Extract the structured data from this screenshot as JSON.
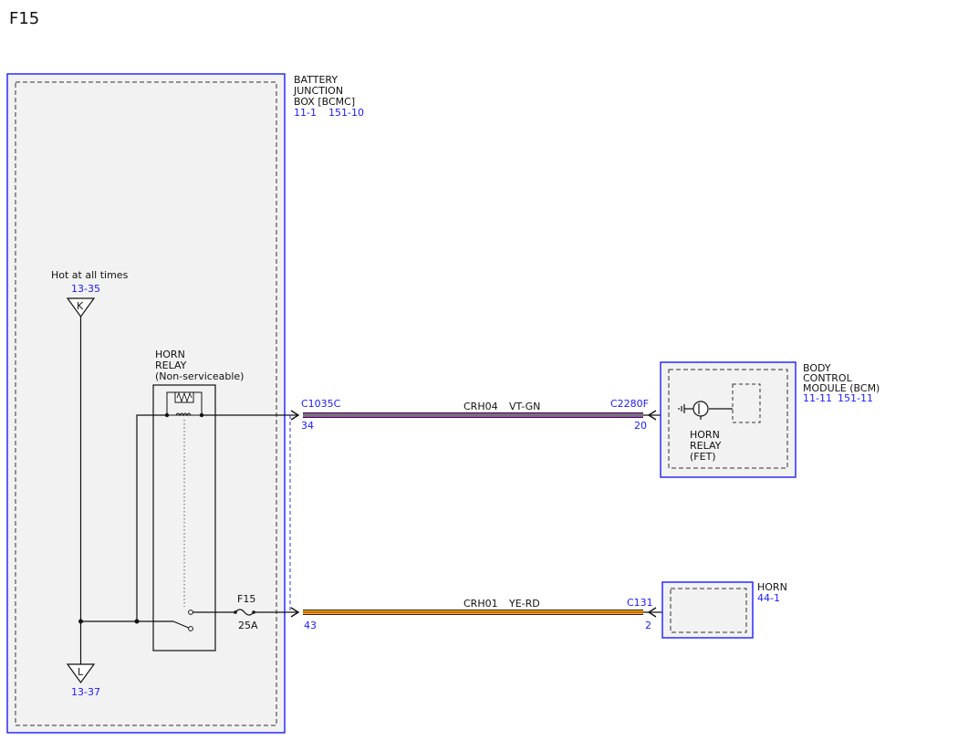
{
  "page_title": "F15",
  "battery_junction_box": {
    "name_lines": [
      "BATTERY",
      "JUNCTION",
      "BOX [BCMC]"
    ],
    "refs": [
      "11-1",
      "151-10"
    ],
    "hot_label": "Hot at all times",
    "hot_ref": "13-35",
    "terminal_k": "K",
    "terminal_l": "L",
    "ground_ref": "13-37",
    "relay_lines": [
      "HORN",
      "RELAY",
      "(Non-serviceable)"
    ],
    "fuse_name": "F15",
    "fuse_rating": "25A"
  },
  "wires": [
    {
      "circuit": "CRH04",
      "color_code": "VT-GN",
      "from_connector": "C1035C",
      "from_pin": "34",
      "to_connector": "C2280F",
      "to_pin": "20",
      "stripe_main": "#b83bd6",
      "stripe_alt": "#3d9f2d"
    },
    {
      "circuit": "CRH01",
      "color_code": "YE-RD",
      "from_connector": "",
      "from_pin": "43",
      "to_connector": "C131",
      "to_pin": "2",
      "stripe_main": "#f0c000",
      "stripe_alt": "#d02020"
    }
  ],
  "body_control_module": {
    "name_lines": [
      "BODY",
      "CONTROL",
      "MODULE (BCM)"
    ],
    "refs": [
      "11-11",
      "151-11"
    ],
    "internal_lines": [
      "HORN",
      "RELAY",
      "(FET)"
    ]
  },
  "horn": {
    "name": "HORN",
    "ref": "44-1"
  },
  "colors": {
    "border_blue": "#2b2bff",
    "ref_blue": "#1a1aff",
    "box_fill": "#f2f2f2"
  }
}
